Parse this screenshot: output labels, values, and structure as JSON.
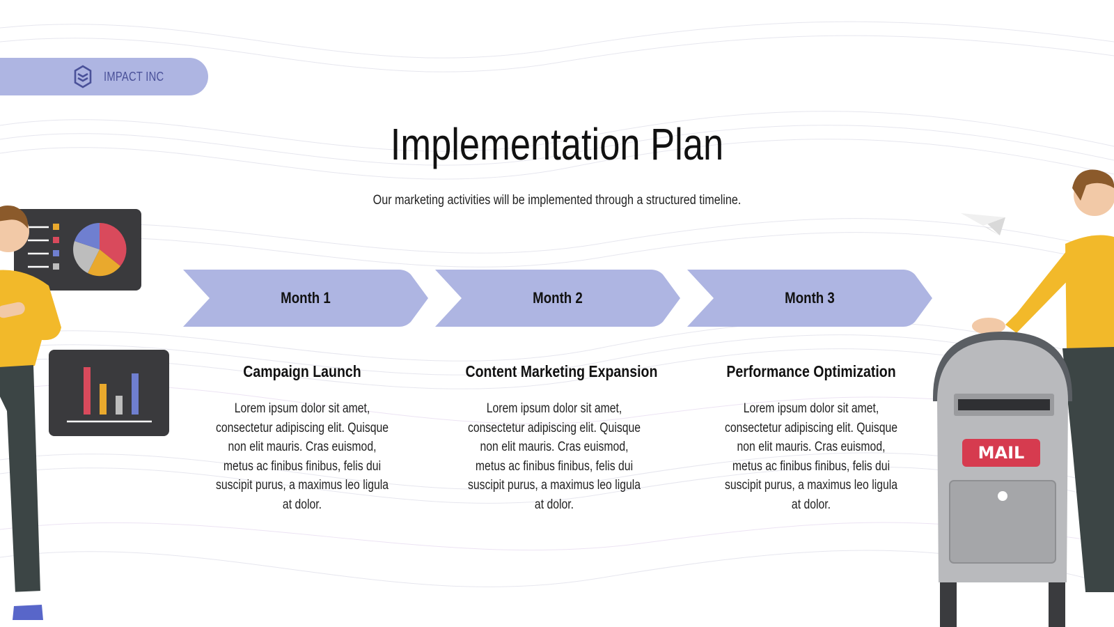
{
  "brand": {
    "name": "IMPACT INC",
    "logo_icon": "hexagon-logo-icon"
  },
  "title": "Implementation Plan",
  "subtitle": "Our marketing activities will be implemented through a structured timeline.",
  "colors": {
    "accent": "#aeb5e2",
    "brand_text": "#4a5199",
    "panel": "#3a3a3d",
    "pie_red": "#d94a5c",
    "pie_blue": "#6f7fd0",
    "pie_yellow": "#e9a92d",
    "pie_gray": "#bdbdbd",
    "mail_red": "#d63b4f"
  },
  "timeline": [
    {
      "label": "Month 1",
      "heading": "Campaign Launch",
      "body": "Lorem ipsum dolor sit amet, consectetur adipiscing elit. Quisque non elit mauris. Cras euismod, metus ac finibus finibus, felis dui suscipit purus, a maximus leo ligula at dolor."
    },
    {
      "label": "Month 2",
      "heading": "Content Marketing Expansion",
      "body": "Lorem ipsum dolor sit amet, consectetur adipiscing elit. Quisque non elit mauris. Cras euismod, metus ac finibus finibus, felis dui suscipit purus, a maximus leo ligula at dolor."
    },
    {
      "label": "Month 3",
      "heading": "Performance Optimization",
      "body": "Lorem ipsum dolor sit amet, consectetur adipiscing elit. Quisque non elit mauris. Cras euismod, metus ac finibus finibus, felis dui suscipit purus, a maximus leo ligula at dolor."
    }
  ],
  "illustrations": {
    "left": [
      "person-icon",
      "pie-chart-board-icon",
      "bar-chart-board-icon"
    ],
    "right": [
      "person-icon",
      "paper-plane-icon",
      "mailbox-icon"
    ],
    "mailbox_label": "MAIL"
  }
}
